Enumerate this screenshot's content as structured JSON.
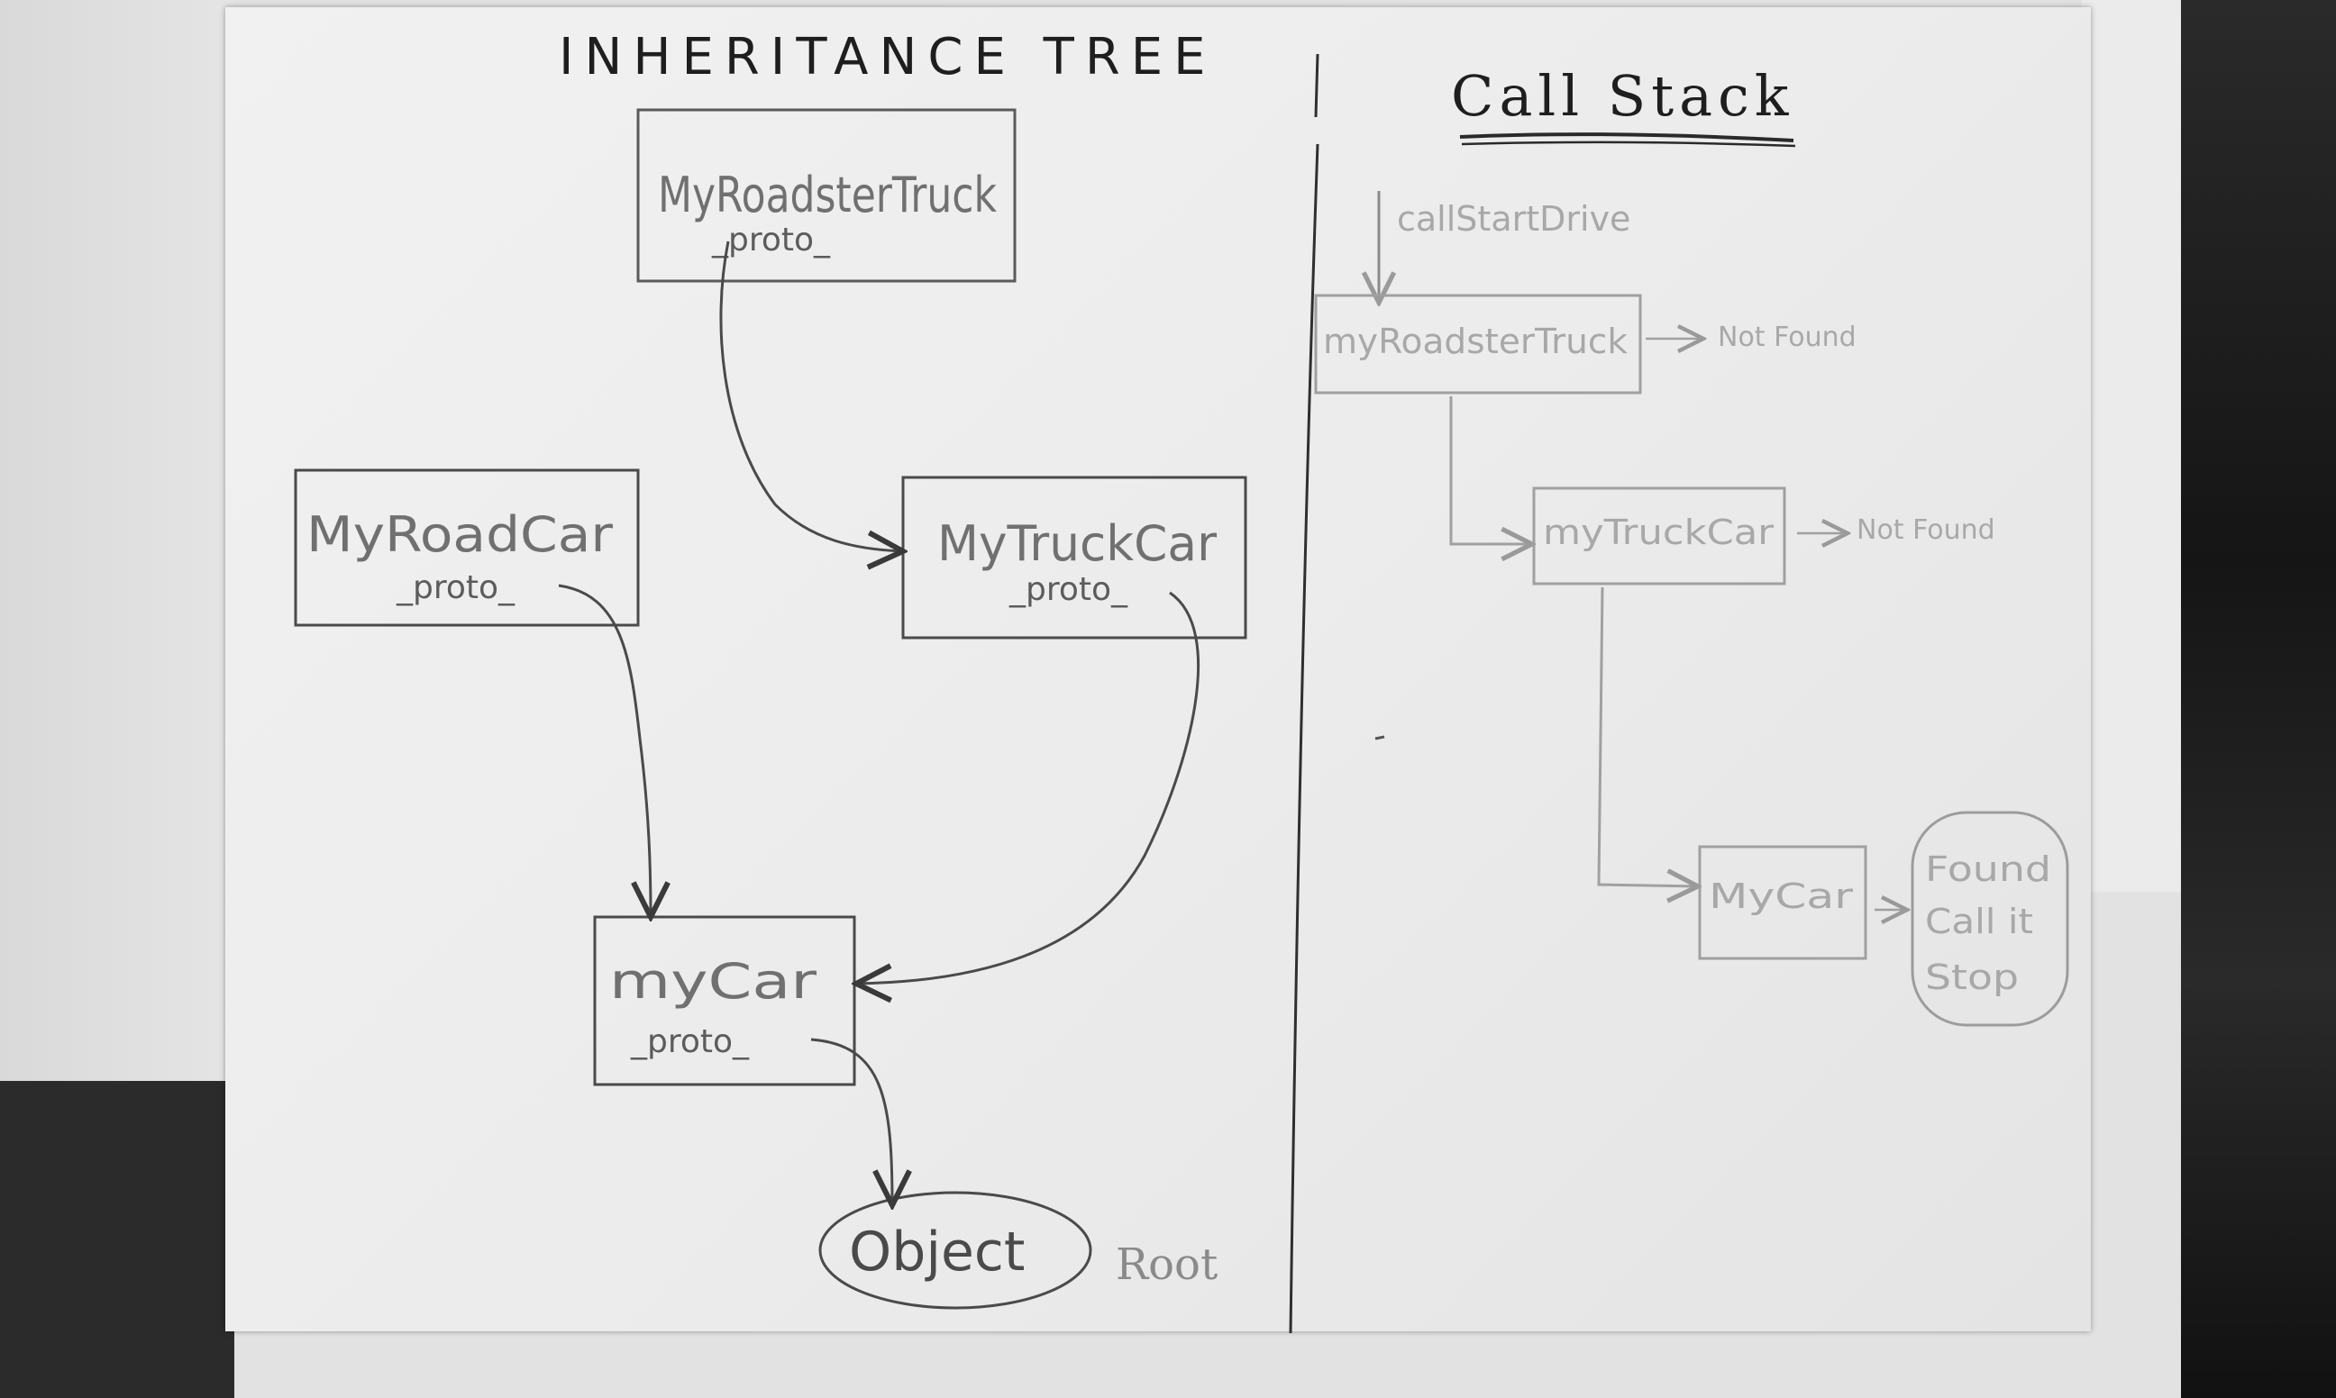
{
  "diagram": {
    "left_title": "INHERITANCE  TREE",
    "right_title": "Call Stack",
    "inheritance": {
      "nodes": [
        {
          "id": "roadstertruck",
          "label": "MyRoadsterTruck",
          "proto": "_proto_"
        },
        {
          "id": "roadcar",
          "label": "MyRoadCar",
          "proto": "_proto_"
        },
        {
          "id": "truckcar",
          "label": "MyTruckCar",
          "proto": "_proto_"
        },
        {
          "id": "mycar",
          "label": "myCar",
          "proto": "_proto_"
        },
        {
          "id": "object",
          "label": "Object"
        }
      ],
      "root_label": "Root"
    },
    "call_stack": {
      "start_label": "callStartDrive",
      "frames": [
        {
          "label": "myRoadsterTruck",
          "result": "Not Found"
        },
        {
          "label": "myTruckCar",
          "result": "Not Found"
        },
        {
          "label": "MyCar"
        }
      ],
      "found_note": [
        "Found",
        "Call it",
        "Stop"
      ]
    }
  },
  "colors": {
    "pencil_dark": "#2f2f2f",
    "pencil_faint": "#a4a4a4",
    "paper": "#eeeeee"
  }
}
